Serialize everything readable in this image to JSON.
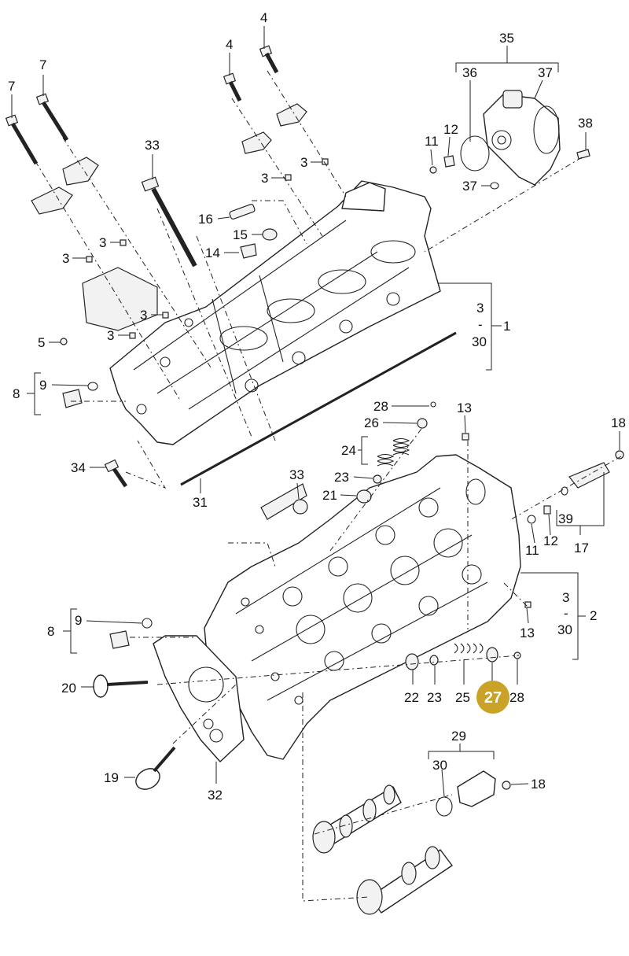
{
  "diagram": {
    "highlight": {
      "label": "27",
      "color": "#c9a227"
    },
    "labels": {
      "l4a": "4",
      "l4b": "4",
      "l7a": "7",
      "l7b": "7",
      "l35": "35",
      "l36": "36",
      "l37a": "37",
      "l37b": "37",
      "l38": "38",
      "l33a": "33",
      "l11a": "11",
      "l12a": "12",
      "l3a": "3",
      "l3b": "3",
      "l3c": "3",
      "l3d": "3",
      "l3e": "3",
      "l3f": "3",
      "l16": "16",
      "l15": "15",
      "l14": "14",
      "l5": "5",
      "l9a": "9",
      "l8a": "8",
      "l3g": "3",
      "l30a": "30",
      "l1": "1",
      "dash1": "-",
      "l34": "34",
      "l31": "31",
      "l28a": "28",
      "l26": "26",
      "l24": "24",
      "l23a": "23",
      "l21": "21",
      "l13a": "13",
      "l18a": "18",
      "l33b": "33",
      "l39": "39",
      "l11b": "11",
      "l12b": "12",
      "l17": "17",
      "l3h": "3",
      "l30b": "30",
      "l2": "2",
      "dash2": "-",
      "l9b": "9",
      "l8b": "8",
      "l13b": "13",
      "l20": "20",
      "l22": "22",
      "l23b": "23",
      "l25": "25",
      "l28b": "28",
      "l19": "19",
      "l32": "32",
      "l29": "29",
      "l30c": "30",
      "l18b": "18"
    },
    "icons": {
      "upper_head": "cylinder-head-icon",
      "lower_head": "cylinder-head-icon",
      "vacuum_pump": "vacuum-pump-icon",
      "camshaft": "camshaft-icon",
      "valve": "valve-icon",
      "bolt": "bolt-icon",
      "spring": "spring-icon",
      "gasket": "gasket-icon"
    }
  }
}
